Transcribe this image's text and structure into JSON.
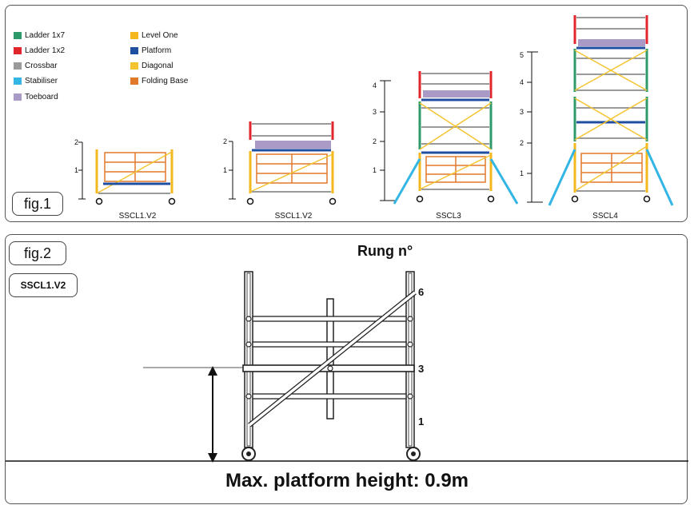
{
  "fig1": {
    "label": "fig.1",
    "legend": [
      {
        "label": "Ladder 1x7",
        "color": "#2e9a6c"
      },
      {
        "label": "Ladder 1x2",
        "color": "#e0262b"
      },
      {
        "label": "Crossbar",
        "color": "#9a9a9a"
      },
      {
        "label": "Stabiliser",
        "color": "#33b6e6"
      },
      {
        "label": "Toeboard",
        "color": "#a99bc6"
      },
      {
        "label": "Level One",
        "color": "#f4b71d"
      },
      {
        "label": "Platform",
        "color": "#1f4fa0"
      },
      {
        "label": "Diagonal",
        "color": "#f4c430"
      },
      {
        "label": "Folding Base",
        "color": "#e0792a"
      }
    ],
    "models": [
      {
        "caption": "SSCL1.V2",
        "scale": [
          "1",
          "2"
        ]
      },
      {
        "caption": "SSCL1.V2",
        "scale": [
          "1",
          "2"
        ]
      },
      {
        "caption": "SSCL3",
        "scale": [
          "1",
          "2",
          "3",
          "4"
        ]
      },
      {
        "caption": "SSCL4",
        "scale": [
          "1",
          "2",
          "3",
          "4",
          "5"
        ]
      }
    ]
  },
  "fig2": {
    "label": "fig.2",
    "model": "SSCL1.V2",
    "rung_title": "Rung n°",
    "rung_labels": [
      "6",
      "3",
      "1"
    ],
    "footer": "Max. platform height: 0.9m"
  }
}
